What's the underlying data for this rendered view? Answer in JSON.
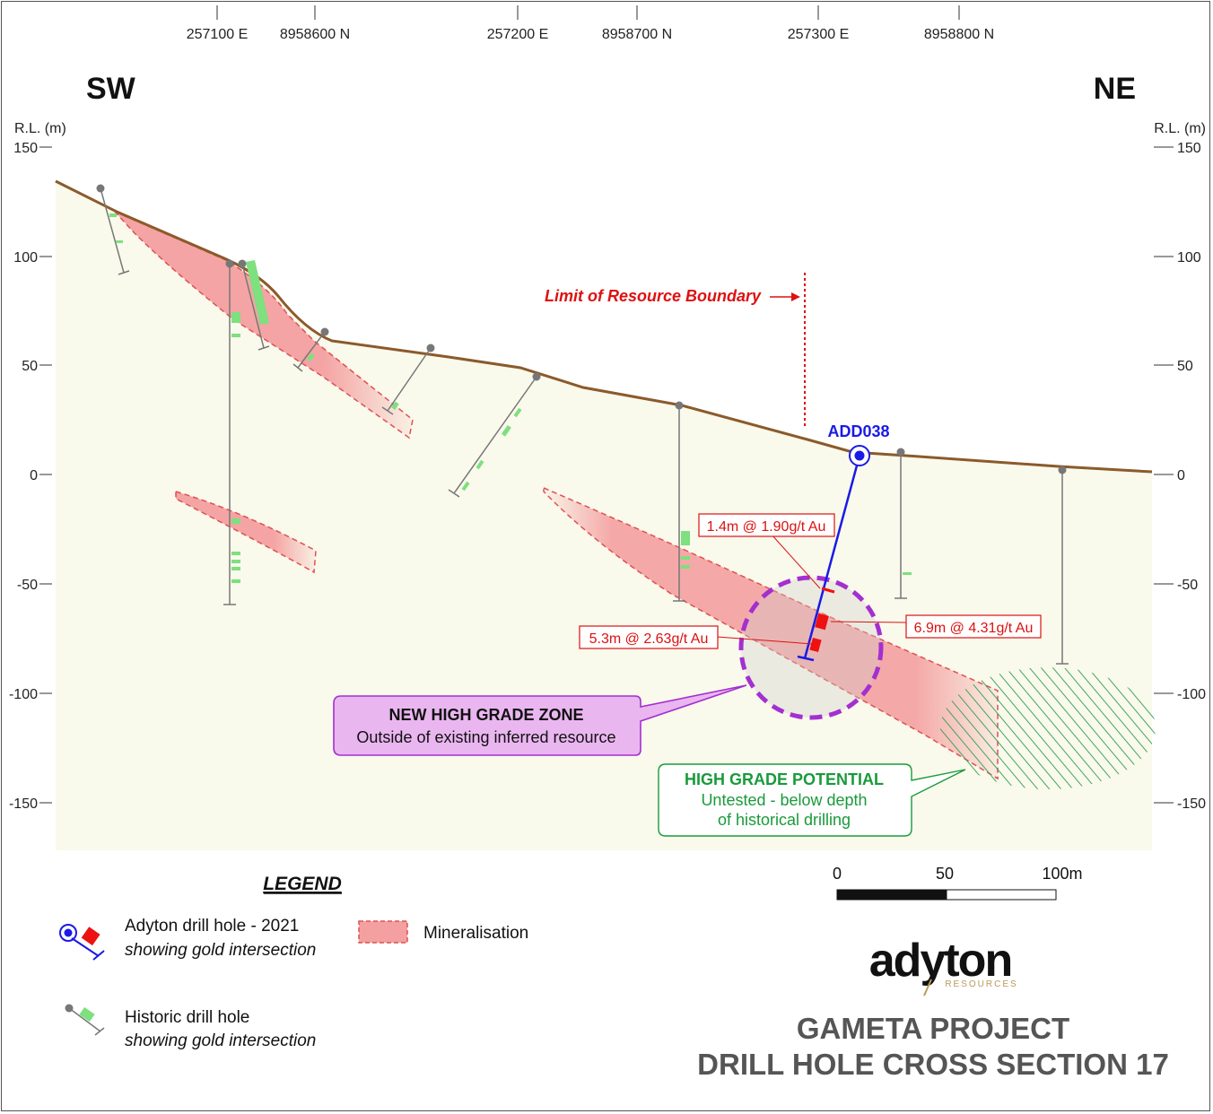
{
  "grid_top_labels": [
    "257100 E",
    "8958600 N",
    "257200 E",
    "8958700 N",
    "257300 E",
    "8958800 N"
  ],
  "direction": {
    "left": "SW",
    "right": "NE"
  },
  "axis": {
    "label": "R.L. (m)",
    "ticks": [
      "150",
      "100",
      "50",
      "0",
      "-50",
      "-100",
      "-150"
    ]
  },
  "resource_boundary_label": "Limit of Resource Boundary",
  "drill_hole_name": "ADD038",
  "intersections": {
    "a": "1.4m @ 1.90g/t Au",
    "b": "6.9m @ 4.31g/t Au",
    "c": "5.3m @ 2.63g/t Au"
  },
  "callout_new_zone": {
    "title": "NEW HIGH GRADE ZONE",
    "subtitle": "Outside of existing inferred resource"
  },
  "callout_potential": {
    "title": "HIGH GRADE POTENTIAL",
    "line1": "Untested - below depth",
    "line2": "of historical drilling"
  },
  "scale_bar": {
    "labels": [
      "0",
      "50",
      "100m"
    ]
  },
  "legend": {
    "heading": "LEGEND",
    "adyton_line1": "Adyton drill hole - 2021",
    "adyton_line2": "showing gold intersection",
    "mineralisation": "Mineralisation",
    "historic_line1": "Historic drill hole",
    "historic_line2": "showing gold intersection"
  },
  "logo": {
    "word": "adyton",
    "sub": "RESOURCES"
  },
  "title": {
    "line1": "GAMETA PROJECT",
    "line2": "DRILL HOLE CROSS SECTION 17"
  },
  "colors": {
    "background_fill": "#f9f9ec",
    "topography": "#8b5a2b",
    "mineralisation": "#f4a0a0",
    "mineralisation_edge": "#e05050",
    "adyton_hole": "#1a1ae6",
    "historic_hole": "#777777",
    "gold_intersection_hist": "#7ee07e",
    "gold_intersection_adyton": "#ee1111",
    "red_text": "#dd1111",
    "new_zone_fill": "#eab6f0",
    "new_zone_edge": "#a42fd0",
    "potential_green": "#1a9a3a"
  }
}
